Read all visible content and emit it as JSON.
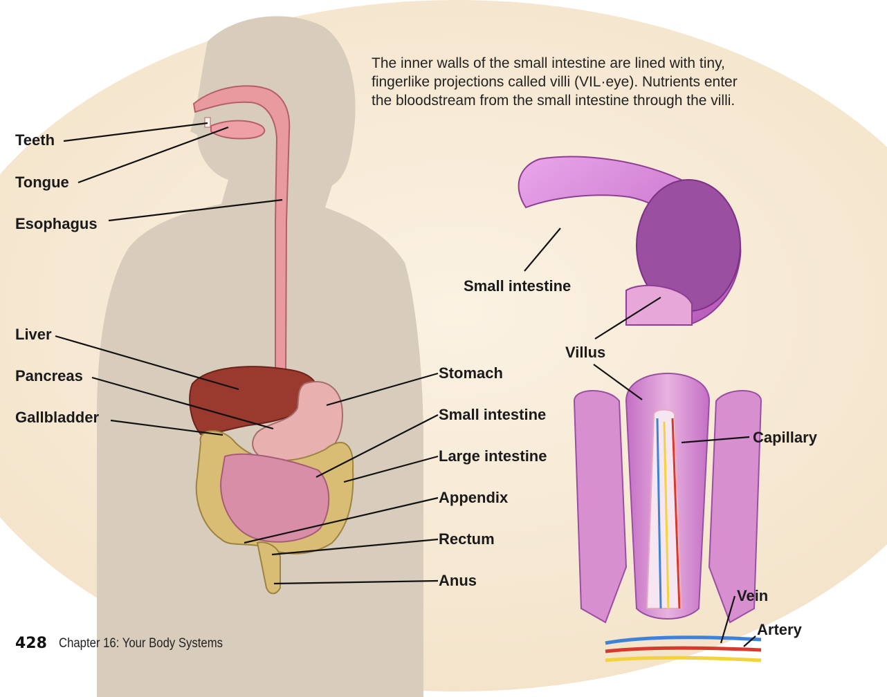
{
  "caption": "The inner walls of the small intestine are lined with tiny, fingerlike projections called villi (VIL·eye). Nutrients enter the bloodstream from the small intestine through the villi.",
  "footer": {
    "page_number": "428",
    "chapter": "Chapter 16: Your Body Systems"
  },
  "body_labels": {
    "teeth": "Teeth",
    "tongue": "Tongue",
    "esophagus": "Esophagus",
    "liver": "Liver",
    "pancreas": "Pancreas",
    "gallbladder": "Gallbladder",
    "stomach": "Stomach",
    "small_intestine": "Small intestine",
    "large_intestine": "Large intestine",
    "appendix": "Appendix",
    "rectum": "Rectum",
    "anus": "Anus"
  },
  "detail_labels": {
    "small_intestine": "Small intestine",
    "villus": "Villus",
    "capillary": "Capillary",
    "vein": "Vein",
    "artery": "Artery"
  },
  "colors": {
    "background_oval": "#f7ead6",
    "body_silhouette": "#d8cdbd",
    "esophagus": "#e89a9e",
    "liver": "#9a3a2e",
    "stomach": "#e8b0ae",
    "small_intestine": "#d98ea8",
    "large_intestine": "#d9bd74",
    "intestine_tube": "#c565c6",
    "vein": "#3e82d8",
    "artery": "#d63a2e",
    "fat": "#f2d43a"
  }
}
